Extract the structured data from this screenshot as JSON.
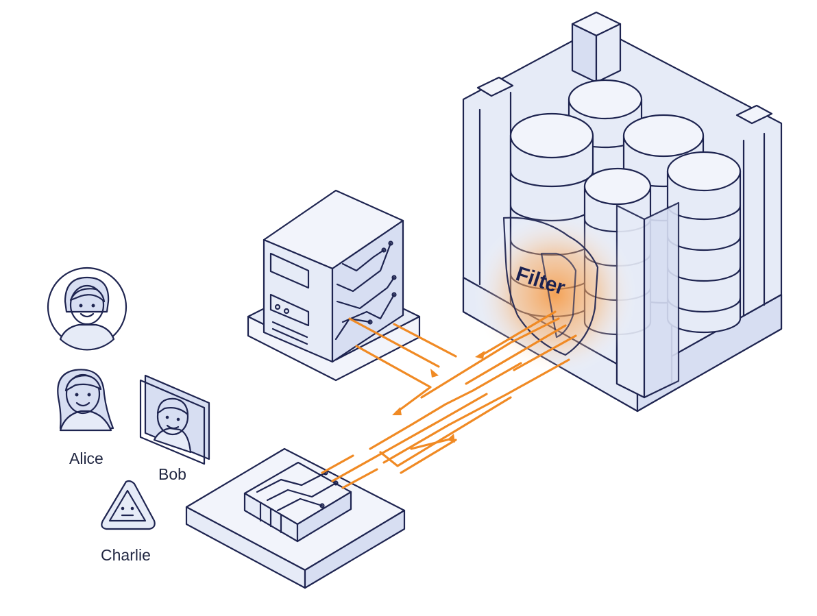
{
  "labels": {
    "alice": "Alice",
    "bob": "Bob",
    "charlie": "Charlie",
    "filter": "Filter"
  },
  "colors": {
    "outline": "#1e2450",
    "accent": "#f08a24",
    "fill": "#e6ebf7"
  },
  "icons": {
    "alice": "user-avatar-circle-icon",
    "alice2": "user-avatar-long-hair-icon",
    "bob": "user-avatar-card-icon",
    "charlie": "warning-triangle-face-icon",
    "filter": "shield-filter-icon",
    "server": "server-tower-icon",
    "chip": "circuit-chip-icon",
    "database": "database-cylinders-icon"
  }
}
